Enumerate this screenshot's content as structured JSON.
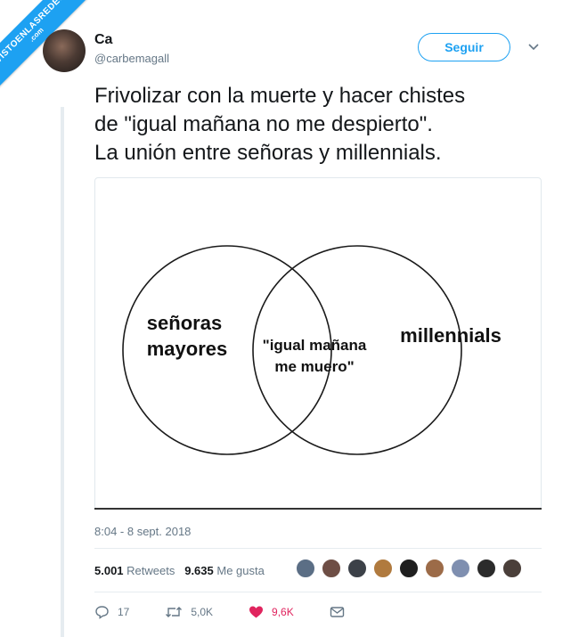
{
  "banner": {
    "line1": "VISTOENLASREDES",
    "line2": ".com"
  },
  "user": {
    "name": "Ca",
    "handle": "@carbemagall"
  },
  "follow_label": "Seguir",
  "tweet": {
    "lines": [
      "Frivolizar con la muerte y hacer chistes",
      "de \"igual mañana no me despierto\".",
      "La unión entre señoras y millennials."
    ]
  },
  "venn": {
    "left_label": [
      "señoras",
      "mayores"
    ],
    "center_label": [
      "\"igual mañana",
      "me muero\""
    ],
    "right_label": "millennials"
  },
  "timestamp": "8:04 - 8 sept. 2018",
  "stats": {
    "retweets_count": "5.001",
    "retweets_label": "Retweets",
    "likes_count": "9.635",
    "likes_label": "Me gusta"
  },
  "liker_colors": [
    "#5b6e85",
    "#6e4e45",
    "#3c4148",
    "#b07a3e",
    "#1f1f1f",
    "#9c6b48",
    "#7f8fb0",
    "#2b2b2b",
    "#4a3f3a"
  ],
  "actions": {
    "replies": "17",
    "retweets": "5,0K",
    "likes": "9,6K"
  },
  "colors": {
    "accent": "#1da1f2",
    "like": "#e0245e",
    "muted": "#657786"
  }
}
